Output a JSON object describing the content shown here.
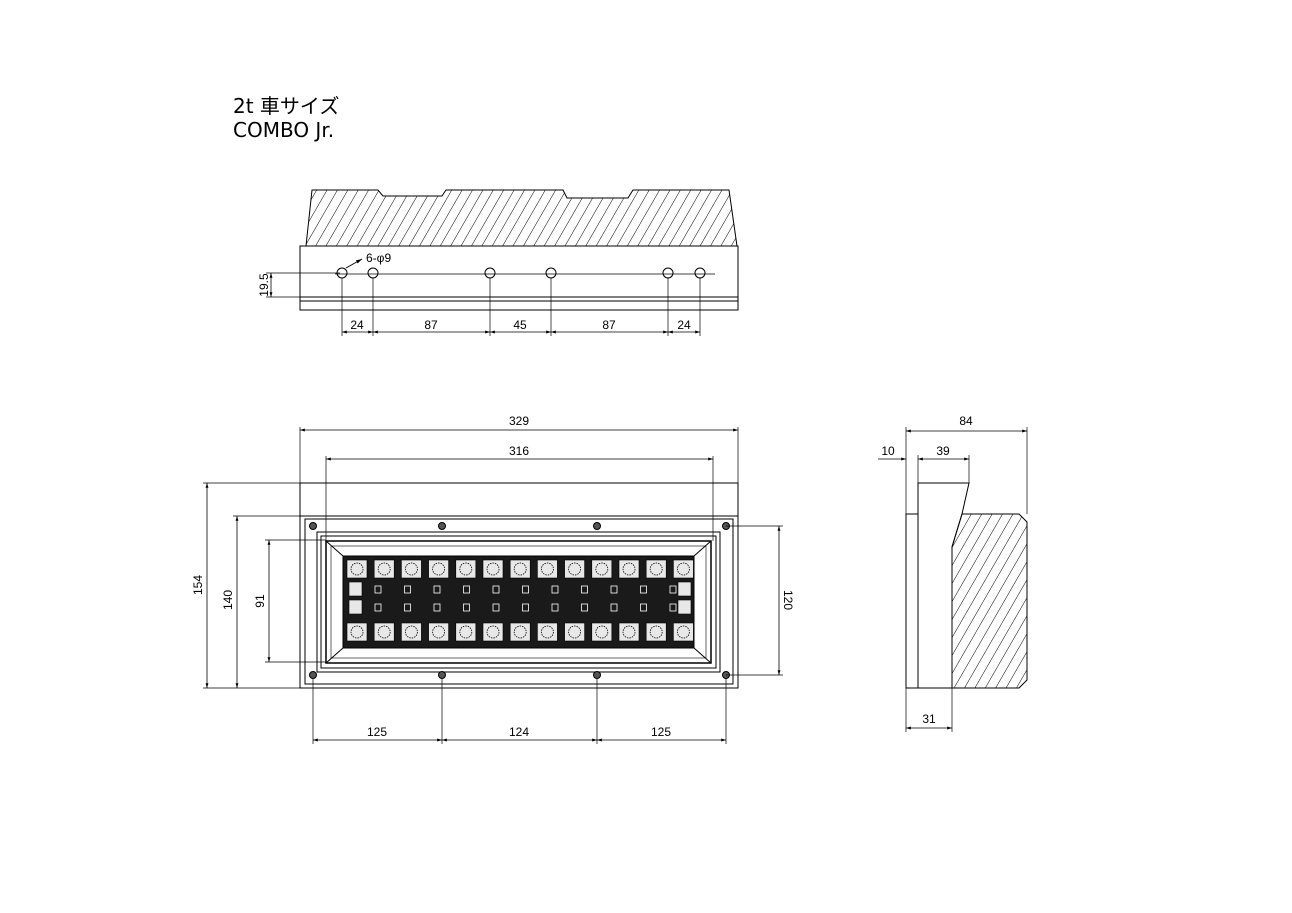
{
  "title": {
    "size_label": "2t 車サイズ",
    "product_name": "COMBO Jr."
  },
  "top_view": {
    "hole_label": "6-φ9",
    "height_dim": "19.5",
    "hole_spacings": [
      "24",
      "87",
      "45",
      "87",
      "24"
    ]
  },
  "front_view": {
    "overall_width": "329",
    "inner_width": "316",
    "overall_height": "154",
    "mount_height": "140",
    "lens_height": "91",
    "screw_height": "120",
    "screw_spacings": [
      "125",
      "124",
      "125"
    ]
  },
  "side_view": {
    "depth": "84",
    "flange": "10",
    "step": "39",
    "base": "31"
  }
}
